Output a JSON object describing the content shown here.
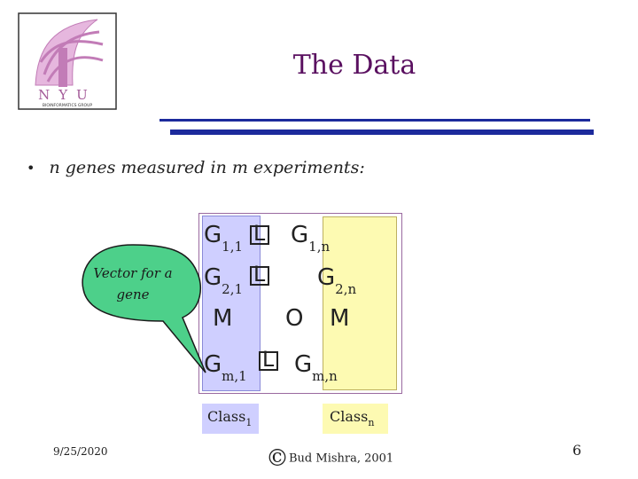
{
  "logo": {
    "text": "NYU",
    "caption": "BIOINFORMATICS GROUP"
  },
  "slide": {
    "title": "The Data",
    "bullet": "n genes measured in m experiments:"
  },
  "matrix": {
    "letter": "G",
    "cells": [
      {
        "sub": "1,1"
      },
      {
        "sub": "1,n"
      },
      {
        "sub": "2,1"
      },
      {
        "sub": "2,n"
      },
      {
        "sub": "m,1"
      },
      {
        "sub": "m,n"
      }
    ],
    "dots": "L",
    "vdots": "M",
    "mid": "O"
  },
  "classes": [
    {
      "label": "Class",
      "sub": "1"
    },
    {
      "label": "Class",
      "sub": "n"
    }
  ],
  "callout": {
    "text": "Vector for a gene"
  },
  "footer": {
    "date": "9/25/2020",
    "copyright_symbol": "©",
    "credit": "Bud Mishra, 2001",
    "page": "6"
  },
  "colors": {
    "title": "#5a1060",
    "rule": "#1c2a9c",
    "first_column": "#cfcfff",
    "last_column": "#fdfab2",
    "callout_fill": "#4dd08a"
  }
}
